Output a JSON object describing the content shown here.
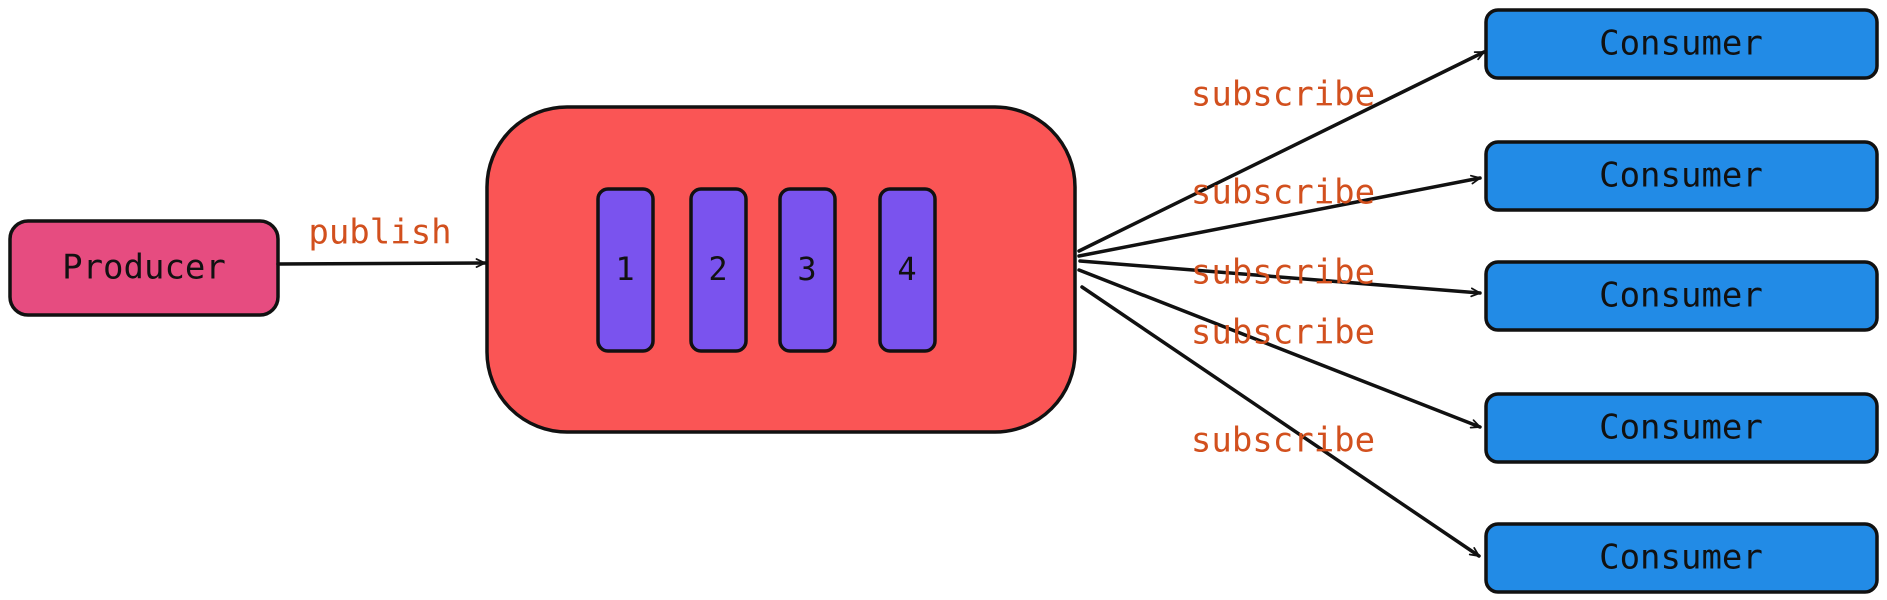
{
  "colors": {
    "producer": "#e64c80",
    "queue": "#fa5555",
    "slot": "#7a53ee",
    "consumer": "#228be6",
    "edge_label": "#d2501e",
    "stroke": "#111111"
  },
  "producer": {
    "label": "Producer"
  },
  "queue": {
    "slots": [
      {
        "label": "1"
      },
      {
        "label": "2"
      },
      {
        "label": "3"
      },
      {
        "label": "4"
      }
    ]
  },
  "edges": {
    "publish": "publish",
    "subscribe": [
      "subscribe",
      "subscribe",
      "subscribe",
      "subscribe",
      "subscribe"
    ]
  },
  "consumers": [
    {
      "label": "Consumer"
    },
    {
      "label": "Consumer"
    },
    {
      "label": "Consumer"
    },
    {
      "label": "Consumer"
    },
    {
      "label": "Consumer"
    }
  ]
}
